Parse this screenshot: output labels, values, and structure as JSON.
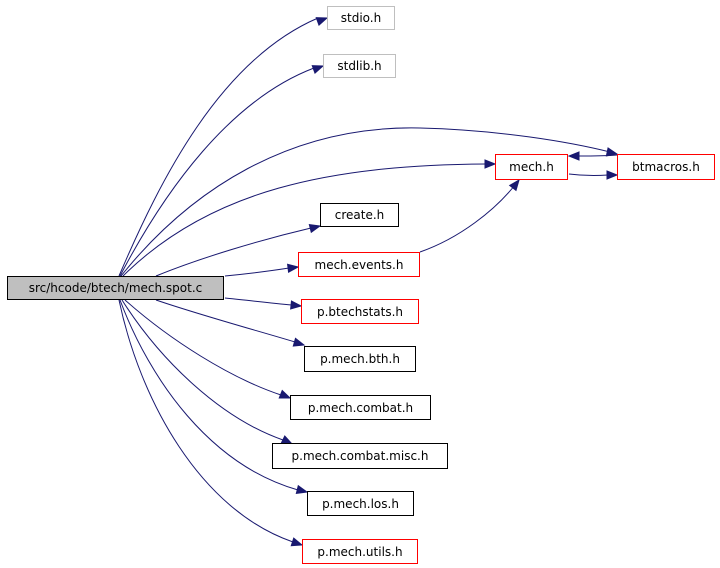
{
  "colors": {
    "edge": "#191970",
    "root_fill": "#bfbfbf",
    "missing_border": "#bfbfbf",
    "linked_border": "#ff0000",
    "plain_border": "#000000"
  },
  "root": "src/hcode/btech/mech.spot.c",
  "nodes": {
    "stdio": "stdio.h",
    "stdlib": "stdlib.h",
    "mech": "mech.h",
    "btmacros": "btmacros.h",
    "create": "create.h",
    "mech_events": "mech.events.h",
    "p_btechstats": "p.btechstats.h",
    "p_mech_bth": "p.mech.bth.h",
    "p_mech_combat": "p.mech.combat.h",
    "p_mech_combat_misc": "p.mech.combat.misc.h",
    "p_mech_los": "p.mech.los.h",
    "p_mech_utils": "p.mech.utils.h"
  },
  "edges": [
    [
      "root",
      "stdio"
    ],
    [
      "root",
      "stdlib"
    ],
    [
      "root",
      "btmacros"
    ],
    [
      "root",
      "mech"
    ],
    [
      "root",
      "create"
    ],
    [
      "root",
      "mech_events"
    ],
    [
      "root",
      "p_btechstats"
    ],
    [
      "root",
      "p_mech_bth"
    ],
    [
      "root",
      "p_mech_combat"
    ],
    [
      "root",
      "p_mech_combat_misc"
    ],
    [
      "root",
      "p_mech_los"
    ],
    [
      "root",
      "p_mech_utils"
    ],
    [
      "mech",
      "btmacros"
    ],
    [
      "btmacros",
      "mech"
    ],
    [
      "mech_events",
      "mech"
    ]
  ]
}
